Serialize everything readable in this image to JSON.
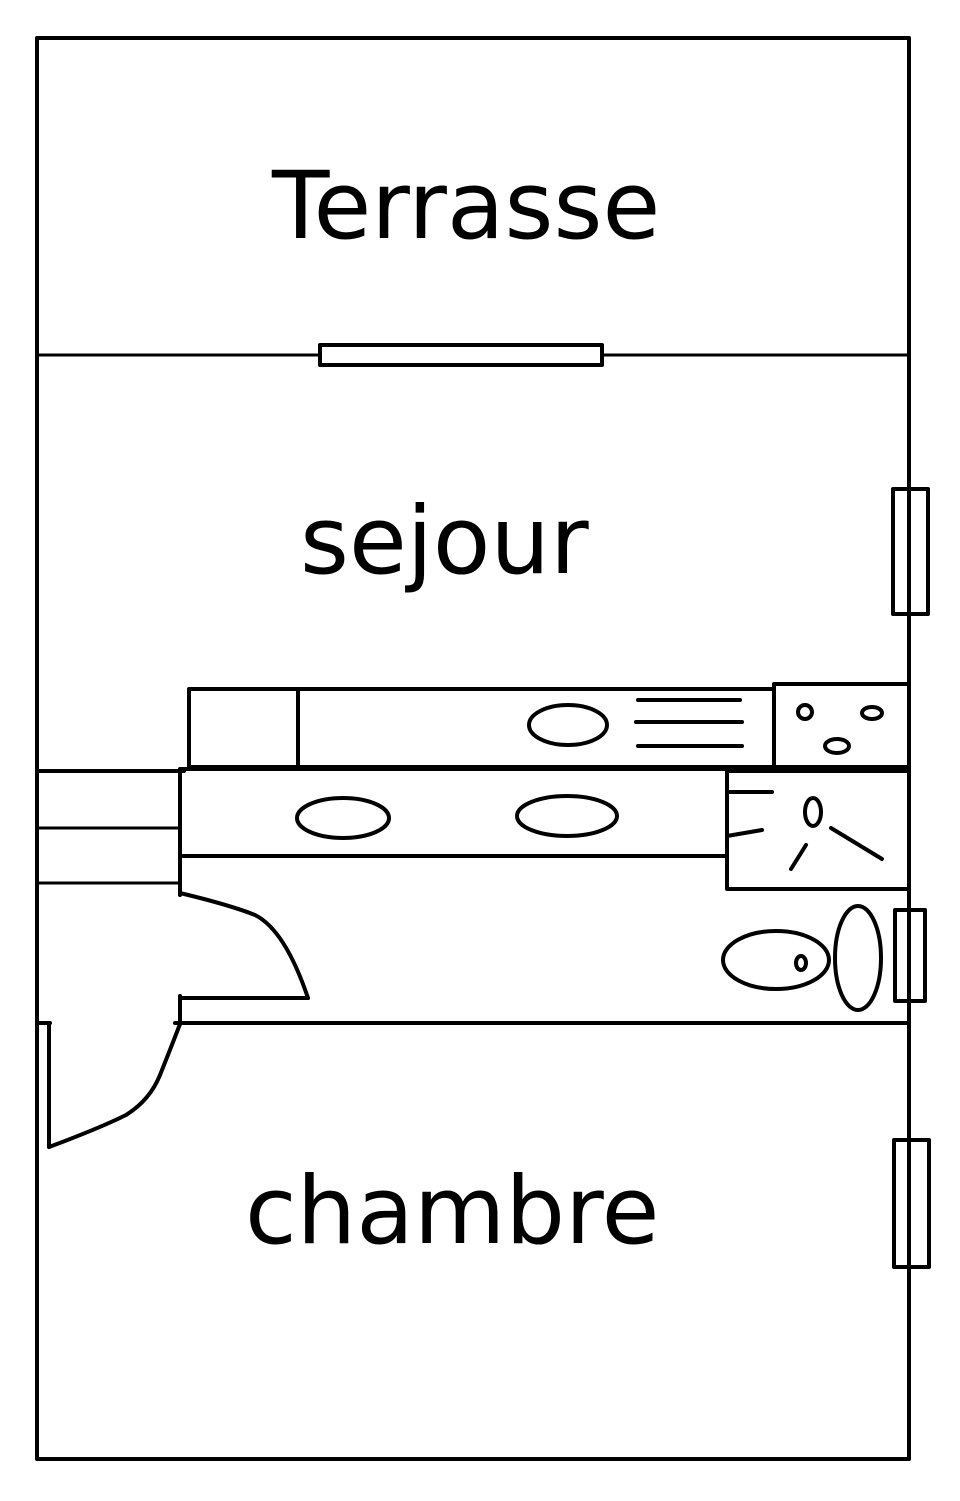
{
  "plan": {
    "type": "floor-plan",
    "style": "hand-drawn line sketch",
    "colors": {
      "line": "#000000",
      "background": "#ffffff"
    },
    "rooms": [
      {
        "id": "terrasse",
        "label": "Terrasse"
      },
      {
        "id": "sejour",
        "label": "sejour"
      },
      {
        "id": "chambre",
        "label": "chambre"
      }
    ],
    "fixtures": [
      {
        "name": "sliding-door-terrasse",
        "kind": "door"
      },
      {
        "name": "window-sejour-right",
        "kind": "window"
      },
      {
        "name": "kitchen-counter",
        "kind": "counter"
      },
      {
        "name": "kitchen-sink",
        "kind": "sink"
      },
      {
        "name": "kitchen-drainboard",
        "kind": "drainboard"
      },
      {
        "name": "stove-cooktop",
        "kind": "cooktop"
      },
      {
        "name": "bathroom-double-vanity",
        "kind": "vanity"
      },
      {
        "name": "shower",
        "kind": "shower"
      },
      {
        "name": "toilet",
        "kind": "toilet"
      },
      {
        "name": "window-bathroom",
        "kind": "window"
      },
      {
        "name": "entrance-door",
        "kind": "door"
      },
      {
        "name": "bedroom-door",
        "kind": "door"
      },
      {
        "name": "closet",
        "kind": "storage"
      },
      {
        "name": "window-chambre-right",
        "kind": "window"
      }
    ]
  }
}
